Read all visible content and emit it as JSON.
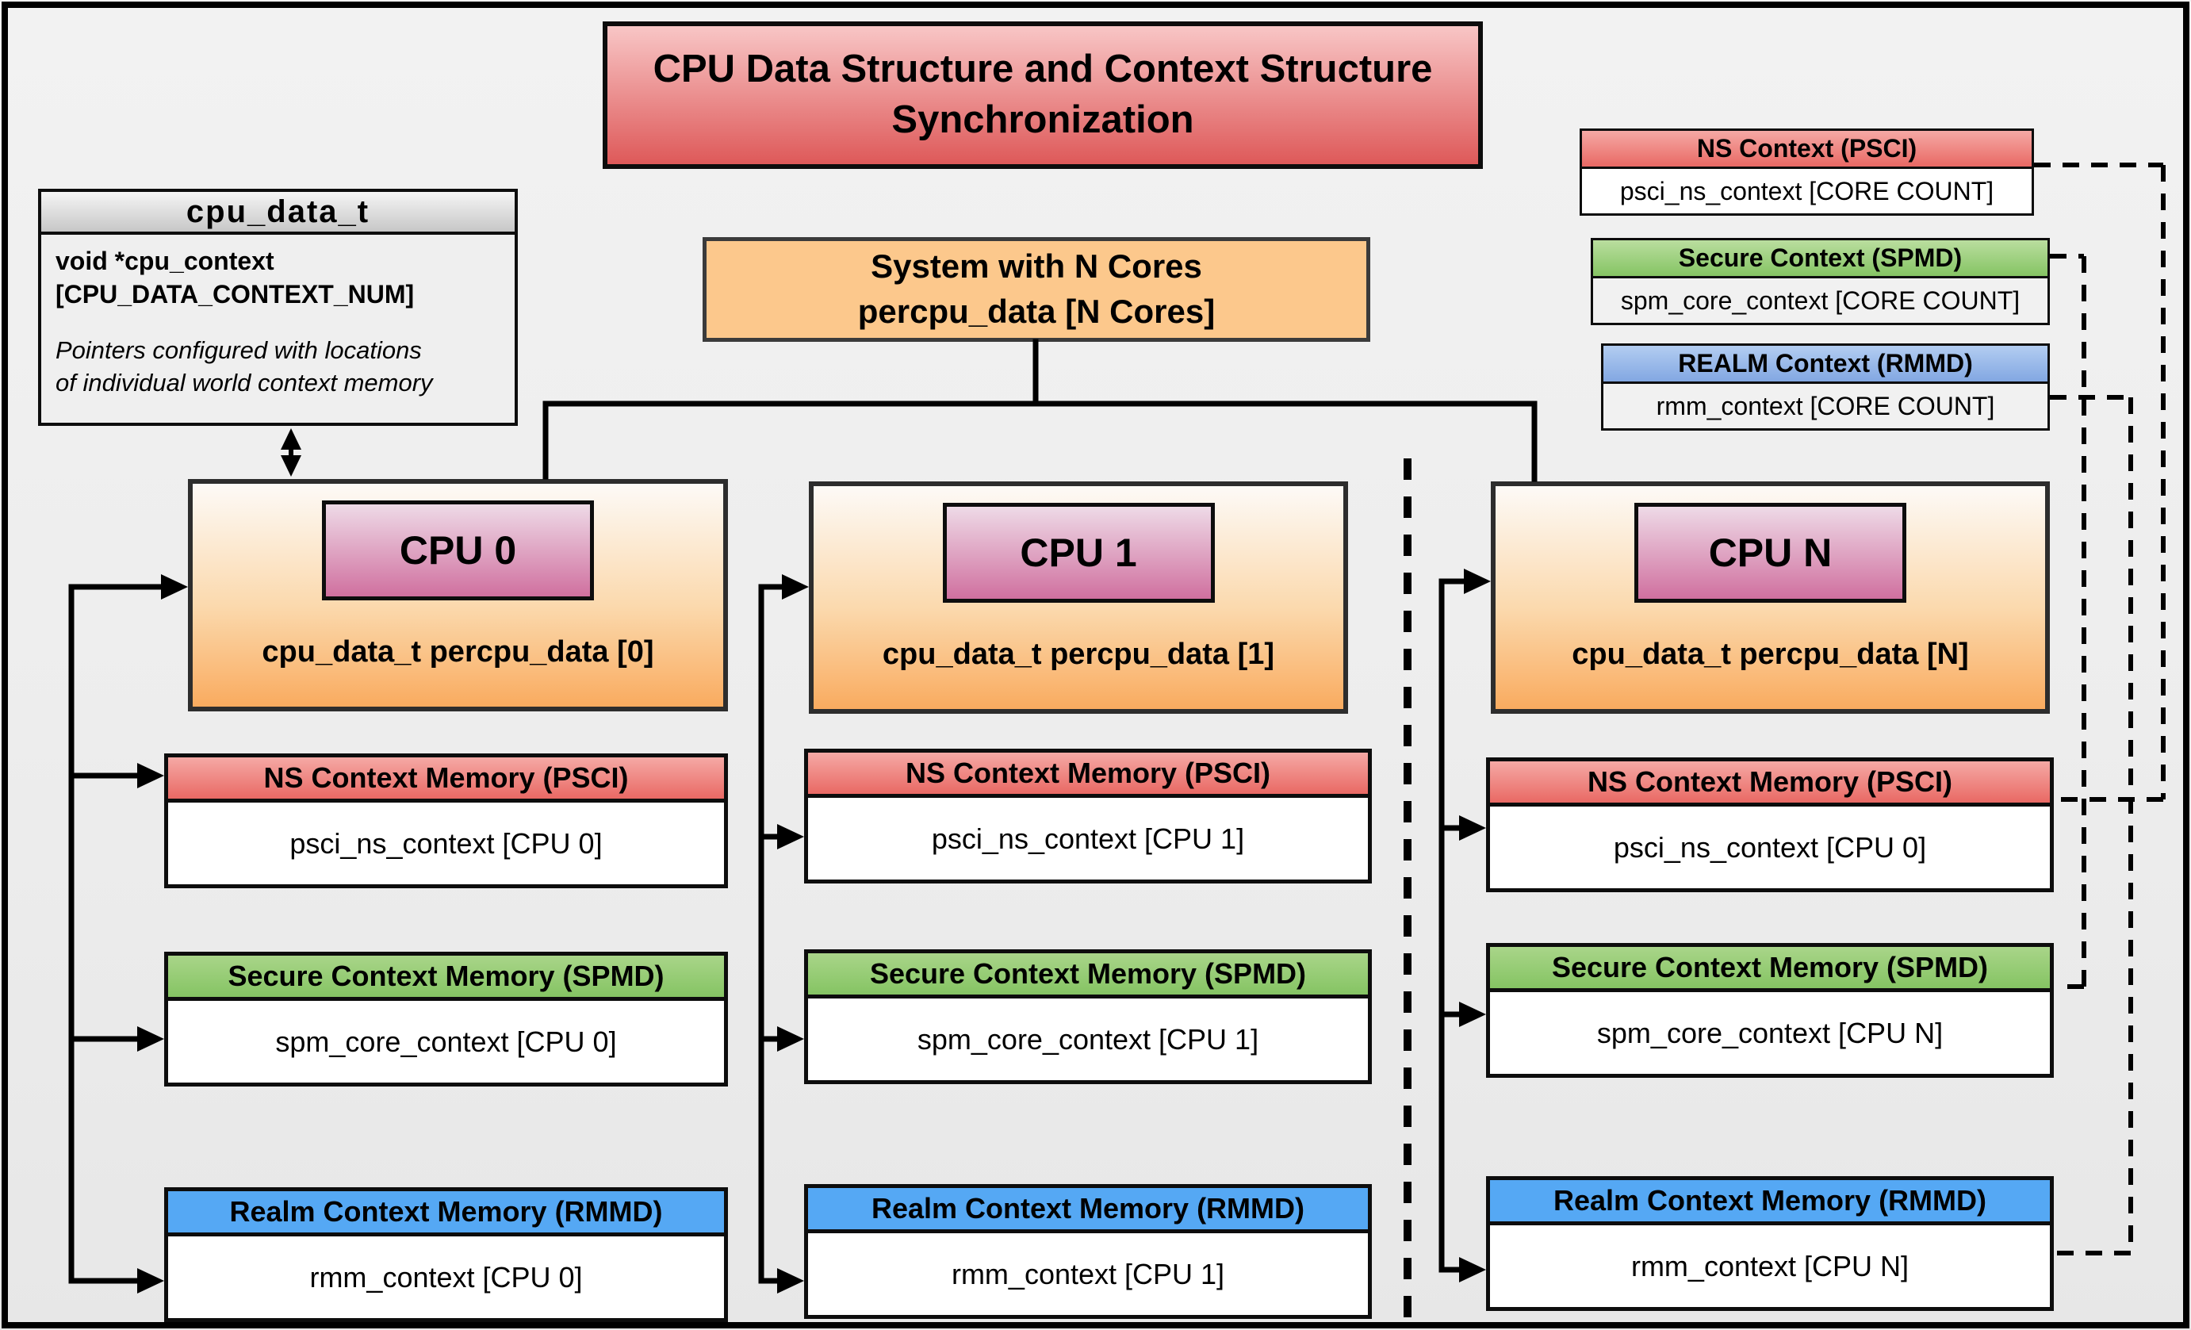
{
  "colors": {
    "line": "#000000",
    "title_top": "#f8c6c6",
    "title_bottom": "#de5959",
    "red_top": "#f5a9a5",
    "red_bottom": "#e96964",
    "green_top": "#bade9f",
    "green_bottom": "#85c463",
    "blue_memory": "#55a8f4",
    "blue_legend_top": "#b3cdf1",
    "blue_legend_bottom": "#82a7e2",
    "orange_bottom": "#f9ab5f",
    "system_fill": "#fcc88c",
    "pink_top": "#eedae7",
    "pink_bottom": "#d0709f",
    "gray_top": "#f5f5f5",
    "gray_bottom": "#c7c7c7",
    "box_body": "#ffffff"
  },
  "title": {
    "line1": "CPU Data Structure and Context Structure",
    "line2": "Synchronization"
  },
  "cpu_data_struct": {
    "header": "cpu_data_t",
    "decl_line1": "void  *cpu_context",
    "decl_line2": "[CPU_DATA_CONTEXT_NUM]",
    "note_line1": "Pointers configured with locations",
    "note_line2": "of individual world context memory"
  },
  "system": {
    "line1": "System with N Cores",
    "line2": "percpu_data [N Cores]"
  },
  "legend": [
    {
      "title": "NS Context  (PSCI)",
      "body": "psci_ns_context [CORE COUNT]"
    },
    {
      "title": "Secure Context (SPMD)",
      "body": "spm_core_context [CORE COUNT]"
    },
    {
      "title": "REALM Context (RMMD)",
      "body": "rmm_context [CORE COUNT]"
    }
  ],
  "columns": [
    {
      "cpu": "CPU 0",
      "data_label": "cpu_data_t percpu_data [0]",
      "ns_header": "NS Context Memory (PSCI)",
      "ns_body": "psci_ns_context [CPU 0]",
      "secure_header": "Secure Context Memory (SPMD)",
      "secure_body": "spm_core_context [CPU 0]",
      "realm_header": "Realm Context Memory (RMMD)",
      "realm_body": "rmm_context [CPU 0]"
    },
    {
      "cpu": "CPU 1",
      "data_label": "cpu_data_t percpu_data [1]",
      "ns_header": "NS Context Memory (PSCI)",
      "ns_body": "psci_ns_context [CPU 1]",
      "secure_header": "Secure Context Memory (SPMD)",
      "secure_body": "spm_core_context [CPU 1]",
      "realm_header": "Realm Context Memory (RMMD)",
      "realm_body": "rmm_context [CPU 1]"
    },
    {
      "cpu": "CPU N",
      "data_label": "cpu_data_t percpu_data [N]",
      "ns_header": "NS Context Memory (PSCI)",
      "ns_body": "psci_ns_context [CPU 0]",
      "secure_header": "Secure Context Memory (SPMD)",
      "secure_body": "spm_core_context [CPU N]",
      "realm_header": "Realm Context Memory (RMMD)",
      "realm_body": "rmm_context [CPU N]"
    }
  ]
}
